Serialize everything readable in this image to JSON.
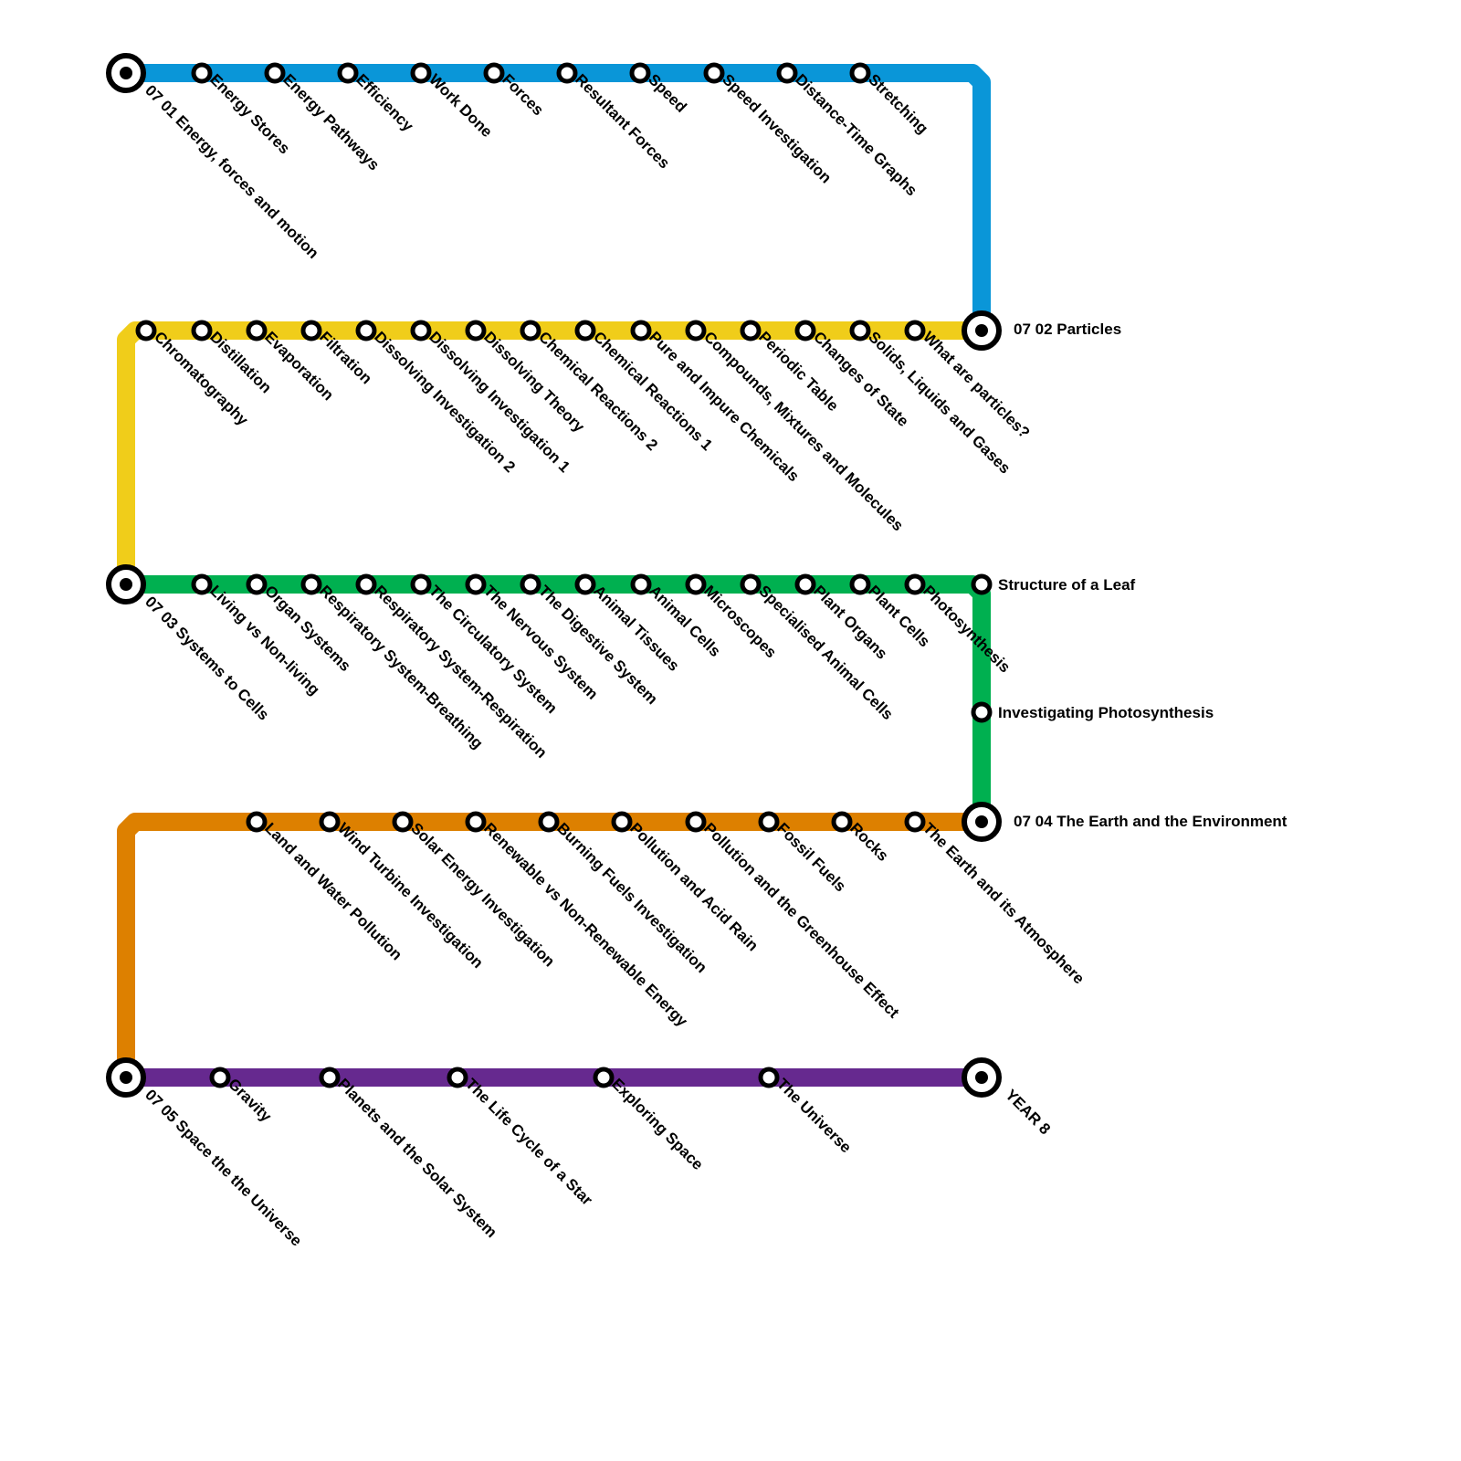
{
  "colors": {
    "line1": "#0a96d8",
    "line2": "#f0cd1a",
    "line3": "#00b050",
    "line4": "#dd8000",
    "line5": "#66298f"
  },
  "terminals": [
    "07 01 Energy, forces and motion",
    "07 02 Particles",
    "07 03 Systems to Cells",
    "07 04 The Earth and the Environment",
    "07 05 Space the the Universe",
    "YEAR 8"
  ],
  "line1_stops": [
    "Energy Stores",
    "Energy Pathways",
    "Efficiency",
    "Work Done",
    "Forces",
    "Resultant Forces",
    "Speed",
    "Speed Investigation",
    "Distance-Time Graphs",
    "Stretching"
  ],
  "line2_stops": [
    "What are particles?",
    "Solids, Liquids and Gases",
    "Changes of State",
    "Periodic Table",
    "Compounds, Mixtures and Molecules",
    "Pure and Impure Chemicals",
    "Chemical Reactions 1",
    "Chemical Reactions 2",
    "Dissolving Theory",
    "Dissolving Investigation 1",
    "Dissolving Investigation 2",
    "Filtration",
    "Evaporation",
    "Distillation",
    "Chromatography"
  ],
  "line3_stops": [
    "Living vs Non-living",
    "Organ Systems",
    "Respiratory System-Breathing",
    "Respiratory System-Respiration",
    "The Circulatory System",
    "The Nervous System",
    "The Digestive System",
    "Animal Tissues",
    "Animal Cells",
    "Microscopes",
    "Specialised Animal Cells",
    "Plant Organs",
    "Plant Cells",
    "Photosynthesis"
  ],
  "line3_vertical_stops": [
    "Structure of a Leaf",
    "Investigating Photosynthesis"
  ],
  "line4_stops": [
    "The Earth and its Atmosphere",
    "Rocks",
    "Fossil Fuels",
    "Pollution and the Greenhouse Effect",
    "Pollution and Acid Rain",
    "Burning Fuels Investigation",
    "Renewable vs Non-Renewable Energy",
    "Solar Energy Investigation",
    "Wind Turbine Investigation",
    "Land and Water Pollution"
  ],
  "line5_stops": [
    "Gravity",
    "Planets and the Solar System",
    "The Life Cycle of a Star",
    "Exploring Space",
    "The Universe"
  ]
}
